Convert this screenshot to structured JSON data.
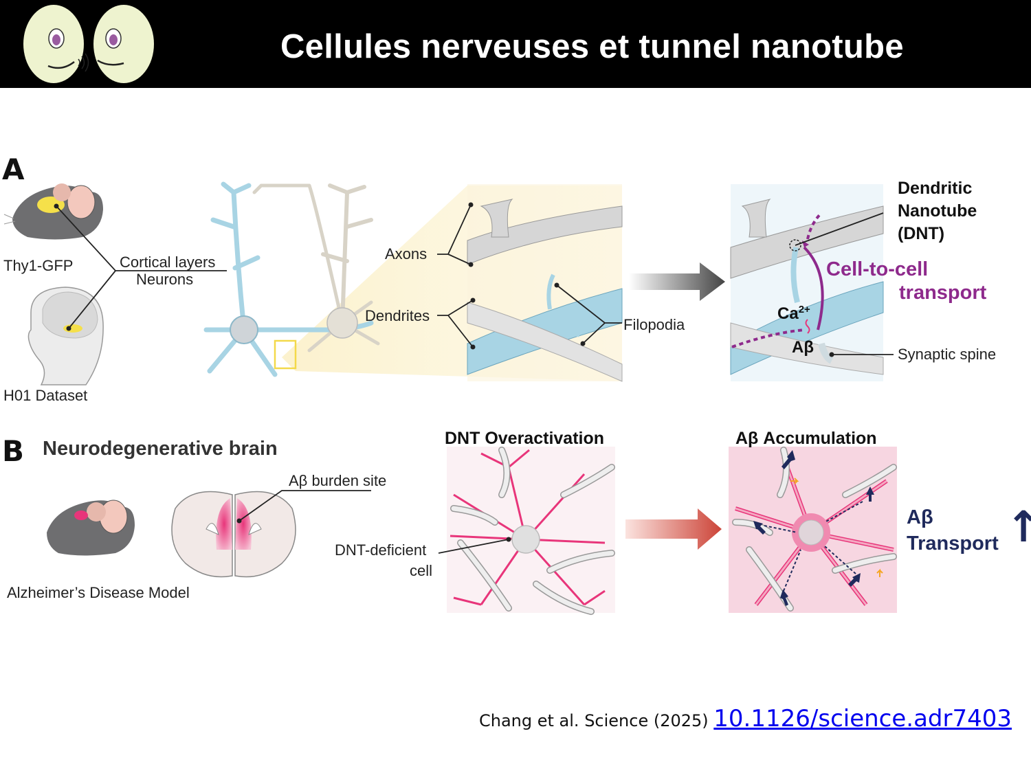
{
  "header": {
    "title": "Cellules nerveuses et tunnel nanotube"
  },
  "panel_a": {
    "letter": "A",
    "mouse_label": "Thy1-GFP",
    "human_label": "H01 Dataset",
    "cortical_label_1": "Cortical layers",
    "cortical_label_2": "Neurons",
    "axons_label": "Axons",
    "dendrites_label": "Dendrites",
    "filopodia_label": "Filopodia",
    "dnt_label_1": "Dendritic",
    "dnt_label_2": "Nanotube",
    "dnt_label_3": "(DNT)",
    "transport_label_1": "Cell-to-cell",
    "transport_label_2": "transport",
    "ca_label": "Ca",
    "ca_sup": "2+",
    "abeta_label": "Aβ",
    "spine_label": "Synaptic spine"
  },
  "panel_b": {
    "letter": "B",
    "heading": "Neurodegenerative brain",
    "burden_label": "Aβ burden site",
    "model_label": "Alzheimer’s Disease Model",
    "overactivation_title": "DNT Overactivation",
    "deficient_label_1": "DNT-deficient",
    "deficient_label_2": "cell",
    "accumulation_title": "Aβ Accumulation",
    "transport_label_1": "Aβ",
    "transport_label_2": "Transport",
    "transport_arrow": "↑"
  },
  "citation": {
    "text": "Chang et al. Science (2025) ",
    "doi": "10.1126/science.adr7403"
  },
  "colors": {
    "header_bg": "#000000",
    "dendrite_blue": "#a8d4e4",
    "axon_gray": "#d6d6d6",
    "purple": "#8e2a8c",
    "pink": "#e8357a",
    "navy": "#1f2a5c",
    "link": "#0000ee"
  }
}
